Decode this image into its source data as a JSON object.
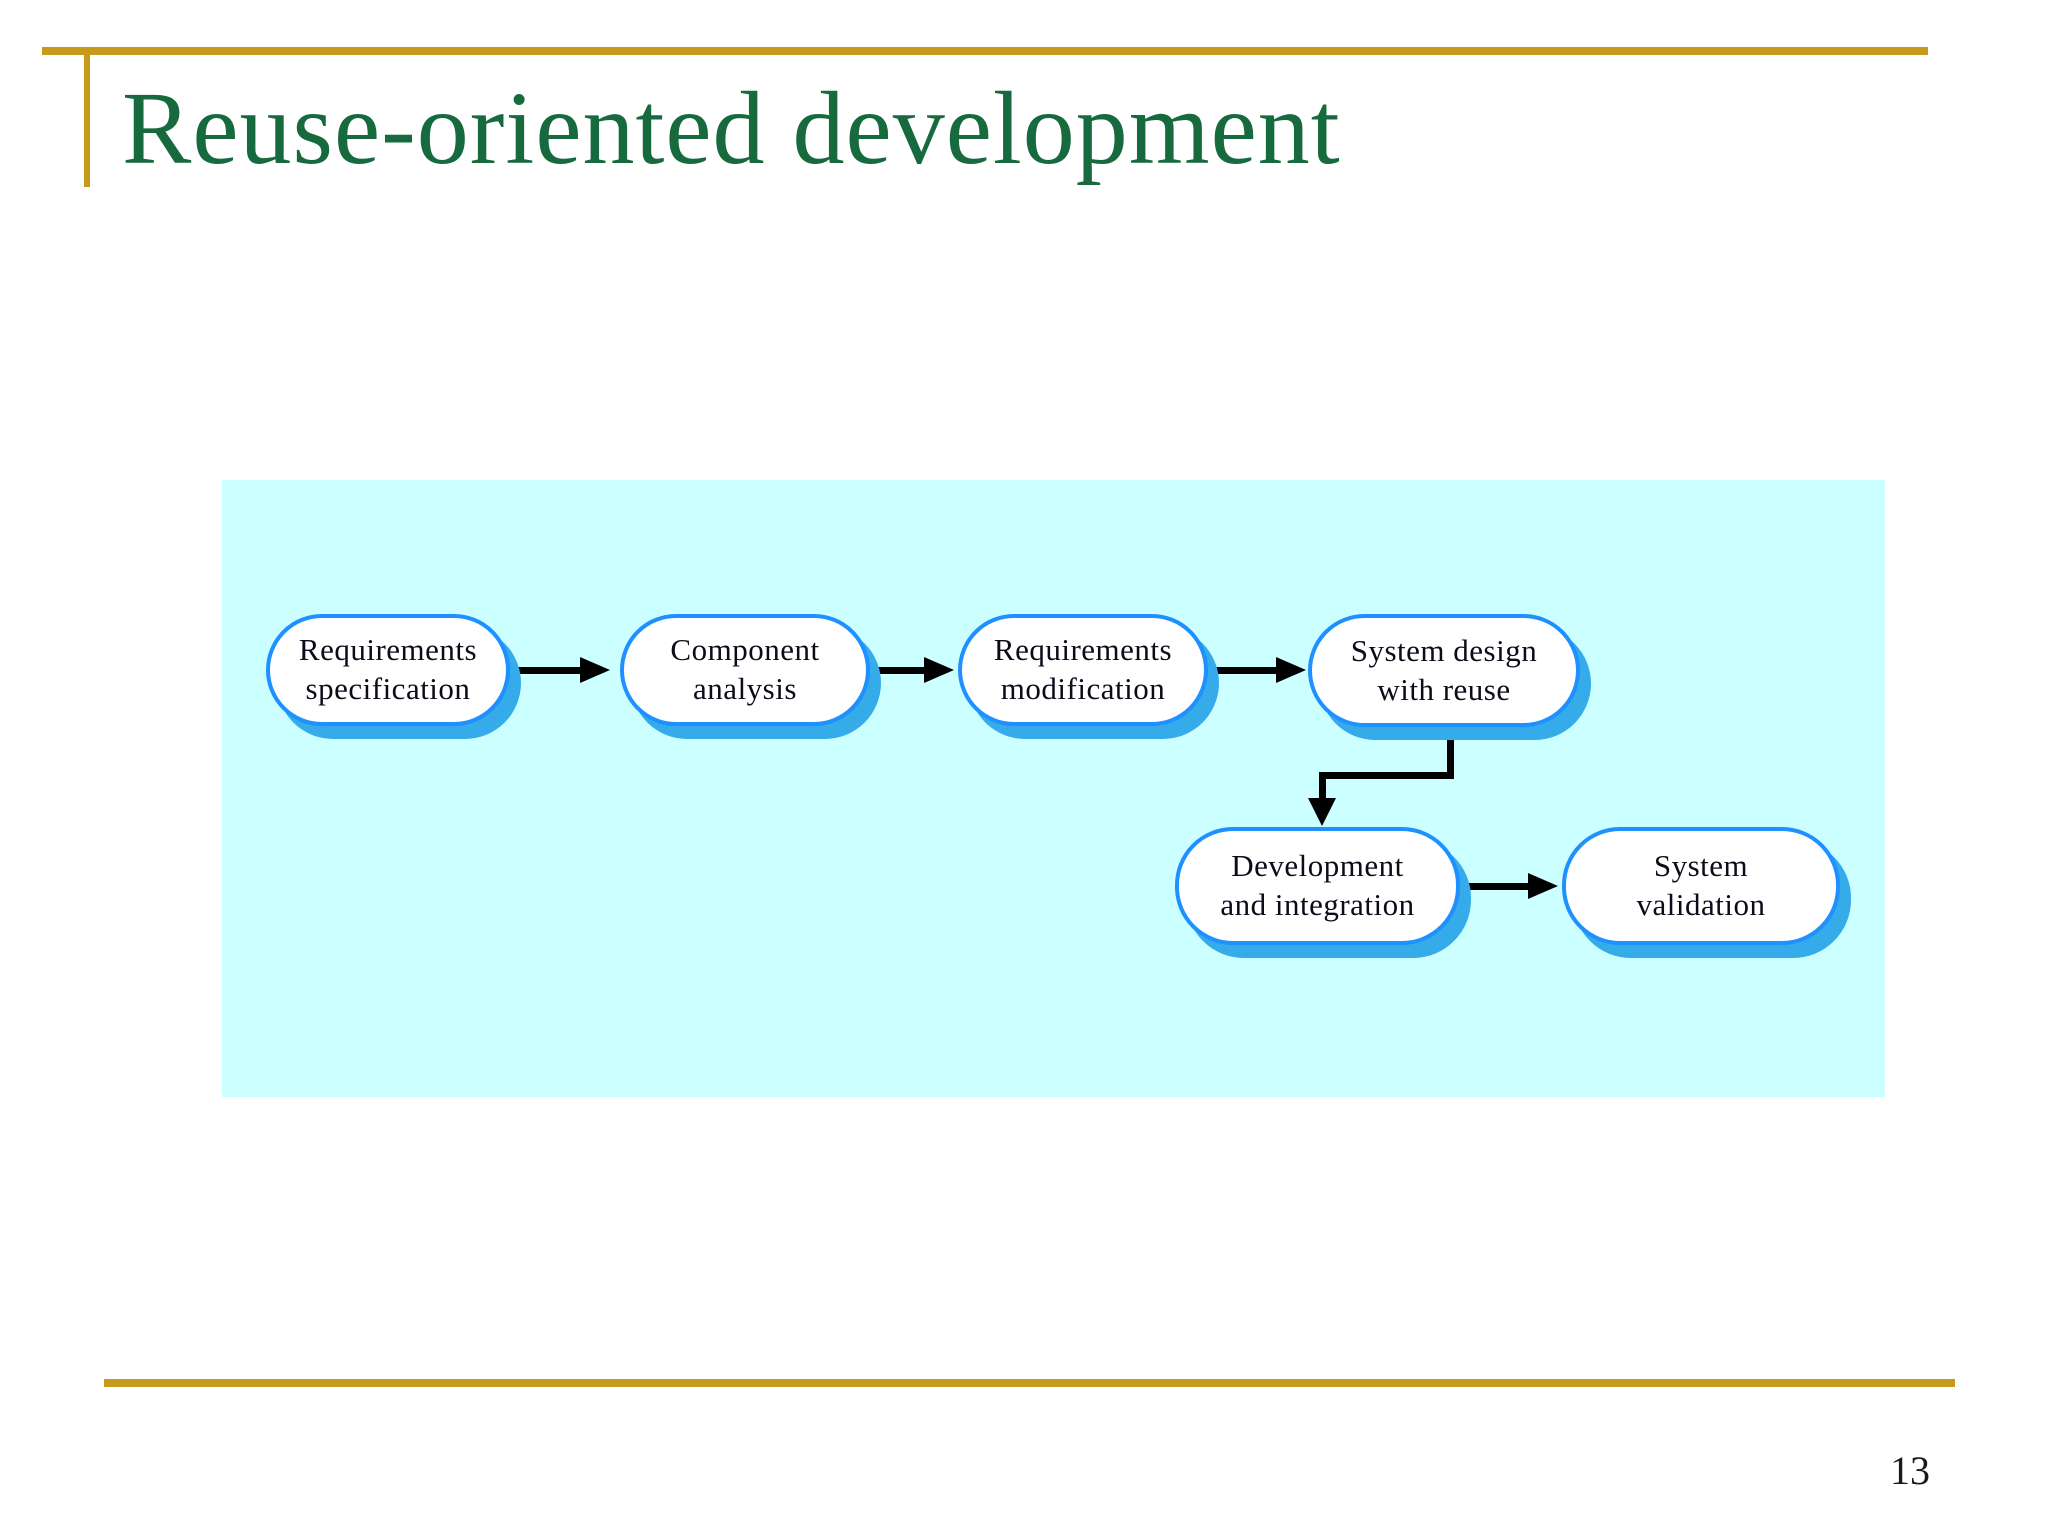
{
  "slide": {
    "title": "Reuse-oriented development",
    "page_number": "13"
  },
  "accent_colors": {
    "rule_gold": "#C79A1B",
    "title_green": "#176A3E"
  },
  "diagram": {
    "panel_background": "#CCFFFF",
    "node_fill": "#FFFFFF",
    "node_border_color": "#1E90FF",
    "node_shadow_color": "#35ABEA",
    "arrow_color": "#000000",
    "nodes": [
      {
        "id": "requirements-specification",
        "label": "Requirements\nspecification"
      },
      {
        "id": "component-analysis",
        "label": "Component\nanalysis"
      },
      {
        "id": "requirements-modification",
        "label": "Requirements\nmodification"
      },
      {
        "id": "system-design-with-reuse",
        "label": "System design\nwith reuse"
      },
      {
        "id": "development-and-integration",
        "label": "Development\nand integration"
      },
      {
        "id": "system-validation",
        "label": "System\nvalidation"
      }
    ],
    "edges": [
      {
        "from": "requirements-specification",
        "to": "component-analysis",
        "type": "straight"
      },
      {
        "from": "component-analysis",
        "to": "requirements-modification",
        "type": "straight"
      },
      {
        "from": "requirements-modification",
        "to": "system-design-with-reuse",
        "type": "straight"
      },
      {
        "from": "system-design-with-reuse",
        "to": "development-and-integration",
        "type": "elbow"
      },
      {
        "from": "development-and-integration",
        "to": "system-validation",
        "type": "straight"
      }
    ]
  }
}
